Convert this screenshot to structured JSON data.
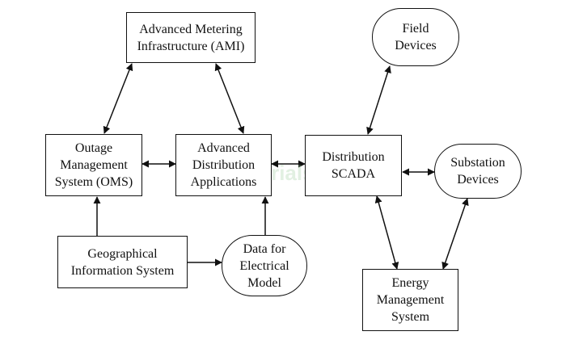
{
  "nodes": {
    "ami": {
      "lines": [
        "Advanced Metering",
        "Infrastructure (AMI)"
      ]
    },
    "field": {
      "lines": [
        "Field",
        "Devices"
      ]
    },
    "oms": {
      "lines": [
        "Outage",
        "Management",
        "System (OMS)"
      ]
    },
    "ada": {
      "lines": [
        "Advanced",
        "Distribution",
        "Applications"
      ]
    },
    "scada": {
      "lines": [
        "Distribution",
        "SCADA"
      ]
    },
    "substation": {
      "lines": [
        "Substation",
        "Devices"
      ]
    },
    "gis": {
      "lines": [
        "Geographical",
        "Information System"
      ]
    },
    "model": {
      "lines": [
        "Data for",
        "Electrical",
        "Model"
      ]
    },
    "ems": {
      "lines": [
        "Energy",
        "Management",
        "System"
      ]
    }
  },
  "watermark": {
    "text": "tutorialspoint"
  },
  "colors": {
    "stroke": "#111111",
    "background": "#ffffff",
    "watermark": "#96c896"
  }
}
